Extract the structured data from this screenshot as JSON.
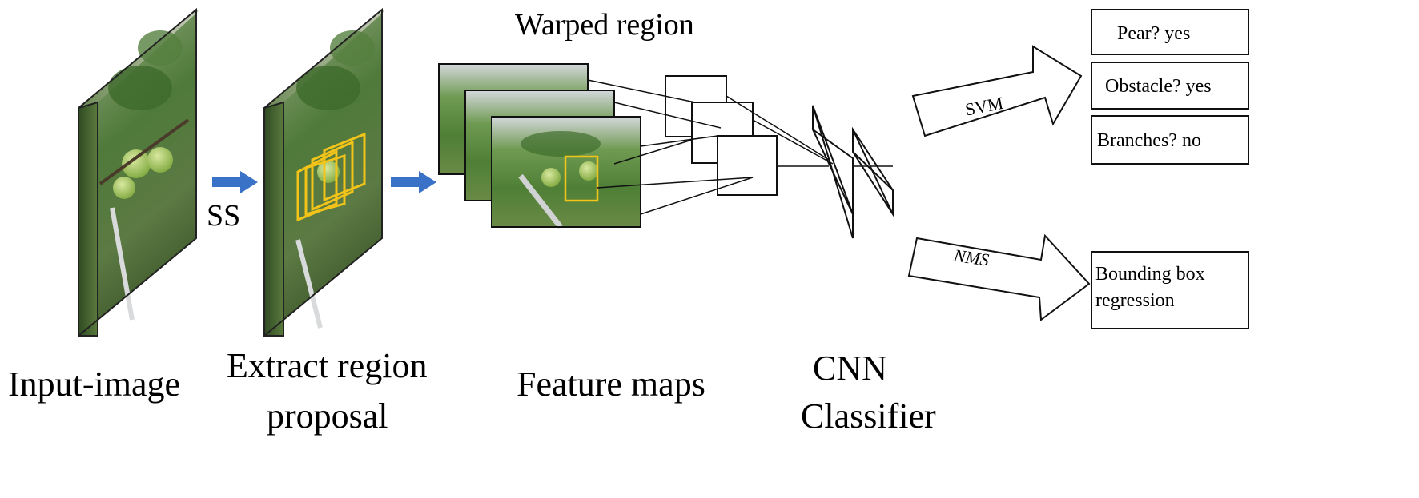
{
  "labels": {
    "ss": "SS",
    "warped_region": "Warped region",
    "input_image": "Input-image",
    "extract_line1": "Extract region",
    "extract_line2": "proposal",
    "feature_maps": "Feature maps",
    "cnn_line1": "CNN",
    "cnn_line2": "Classifier",
    "svm": "SVM",
    "nms": "NMS"
  },
  "results": {
    "pear": "Pear?  yes",
    "obstacle": "Obstacle?  yes",
    "branches": "Branches?  no",
    "bbox_line1": "Bounding  box",
    "bbox_line2": "regression"
  },
  "colors": {
    "arrow_blue": "#3a72c8",
    "proposal_box": "#f2c318",
    "stroke": "#000000"
  }
}
